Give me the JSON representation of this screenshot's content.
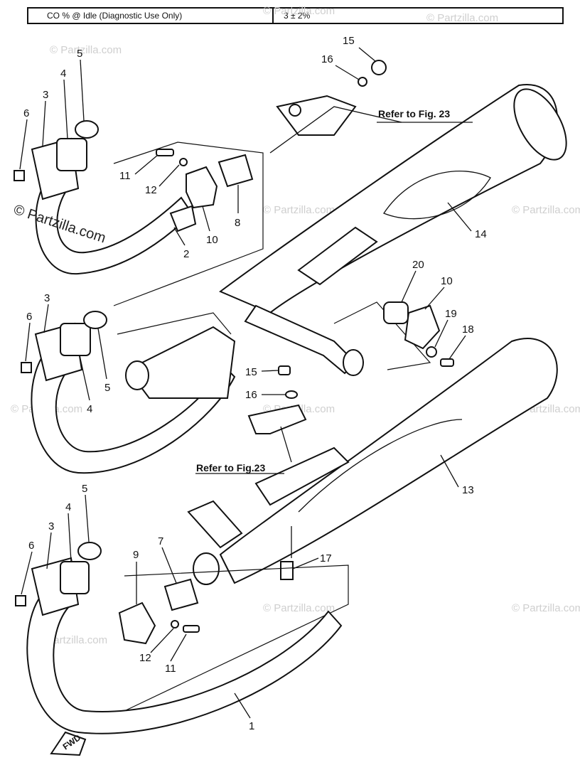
{
  "spec_table": {
    "label": "CO % @ Idle (Diagnostic Use Only)",
    "value": "3 ± 2%"
  },
  "references": {
    "fig23_top": "Refer to Fig. 23",
    "fig23_mid": "Refer to Fig.23"
  },
  "watermark": {
    "main": "© Partzilla.com",
    "faint": "© Partzilla.com"
  },
  "fwd_label": "FWD",
  "callouts": {
    "c1": "1",
    "c2": "2",
    "c3a": "3",
    "c3b": "3",
    "c3c": "3",
    "c4a": "4",
    "c4b": "4",
    "c4c": "4",
    "c5a": "5",
    "c5b": "5",
    "c5c": "5",
    "c6a": "6",
    "c6b": "6",
    "c6c": "6",
    "c7": "7",
    "c8": "8",
    "c9": "9",
    "c10a": "10",
    "c10b": "10",
    "c11a": "11",
    "c11b": "11",
    "c12a": "12",
    "c12b": "12",
    "c13": "13",
    "c14": "14",
    "c15a": "15",
    "c15b": "15",
    "c16a": "16",
    "c16b": "16",
    "c17": "17",
    "c18": "18",
    "c19": "19",
    "c20": "20"
  }
}
